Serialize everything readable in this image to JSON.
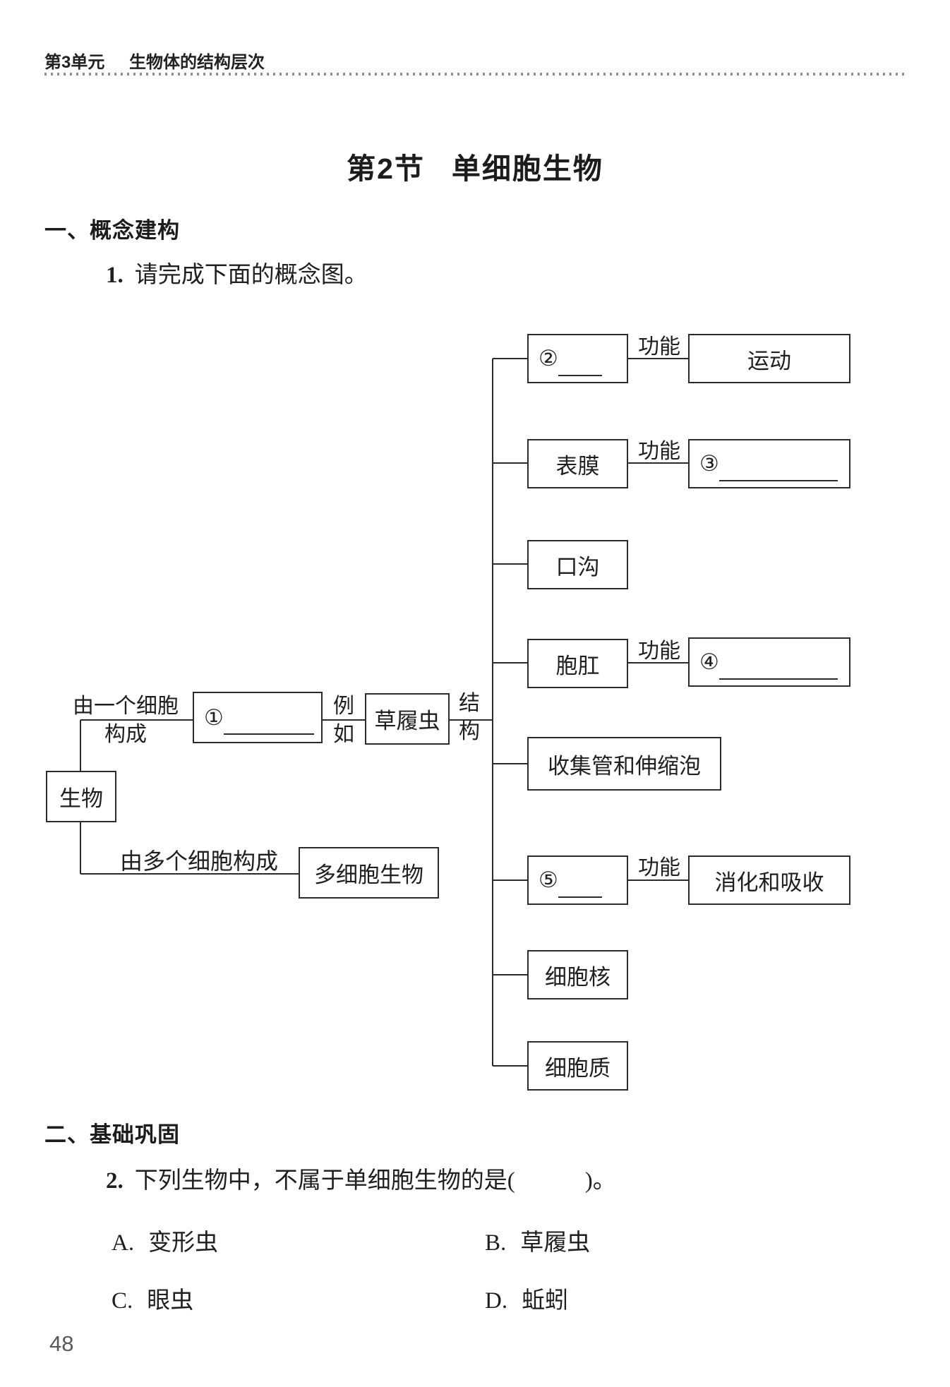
{
  "header": {
    "unit": "第3单元",
    "topic": "生物体的结构层次"
  },
  "title": {
    "section": "第2节",
    "name": "单细胞生物"
  },
  "page_number": "48",
  "section1": {
    "heading": "一、概念建构",
    "item_number": "1.",
    "item_text": "请完成下面的概念图。"
  },
  "diagram": {
    "root": "生物",
    "single_label": [
      "由一个细胞",
      "构成"
    ],
    "blank1_prefix": "①",
    "example_label": [
      "例",
      "如"
    ],
    "paramecium": "草履虫",
    "structure_label": [
      "结",
      "构"
    ],
    "multi_label": "由多个细胞构成",
    "multicellular": "多细胞生物",
    "function_label": "功能",
    "row1": "②",
    "row1_func": "运动",
    "row2": "表膜",
    "row2_func": "③",
    "row3": "口沟",
    "row4": "胞肛",
    "row4_func": "④",
    "row5": "收集管和伸缩泡",
    "row6": "⑤",
    "row6_func": "消化和吸收",
    "row7": "细胞核",
    "row8": "细胞质"
  },
  "section2": {
    "heading": "二、基础巩固",
    "q_number": "2.",
    "q_text": "下列生物中，不属于单细胞生物的是(　　　)。",
    "options": [
      {
        "label": "A.",
        "text": "变形虫"
      },
      {
        "label": "B.",
        "text": "草履虫"
      },
      {
        "label": "C.",
        "text": "眼虫"
      },
      {
        "label": "D.",
        "text": "蚯蚓"
      }
    ]
  }
}
